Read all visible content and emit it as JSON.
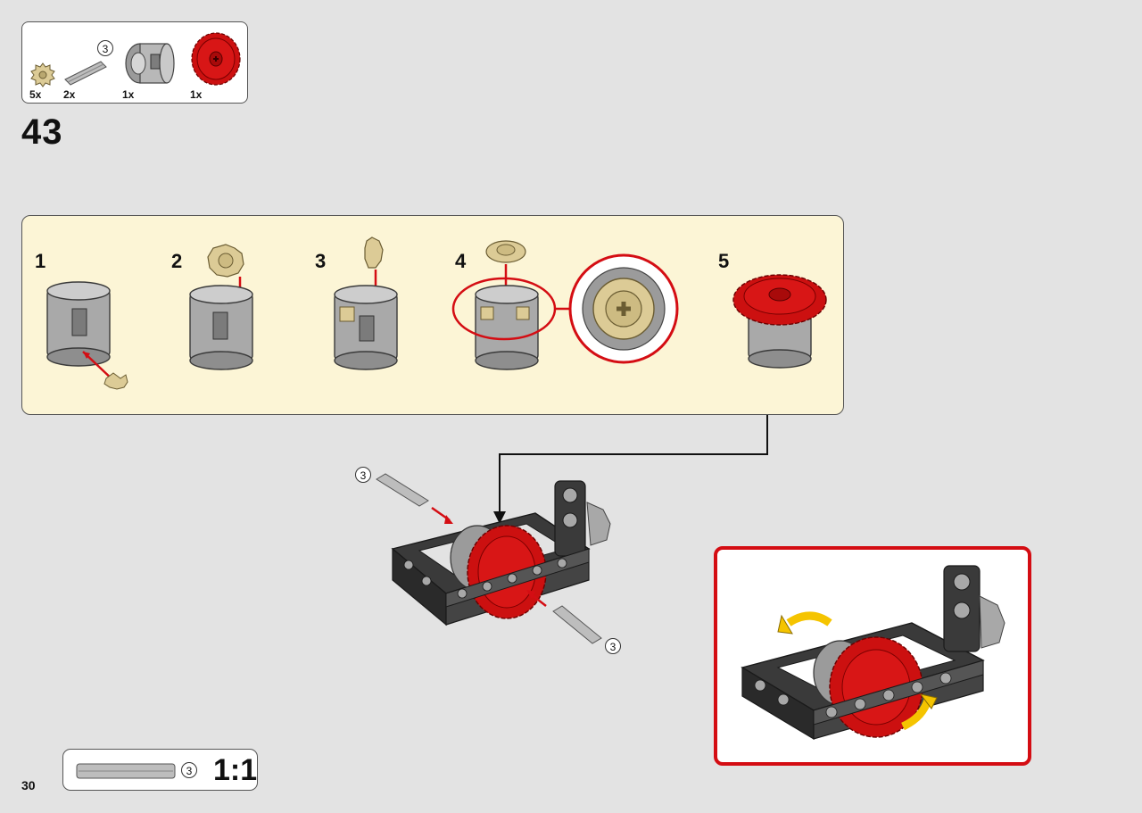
{
  "parts_list": {
    "items": [
      {
        "name": "tan-bevel-gear-12",
        "qty": "5x"
      },
      {
        "name": "axle-3",
        "qty": "2x",
        "length": "3"
      },
      {
        "name": "differential-housing",
        "qty": "1x"
      },
      {
        "name": "red-gear-28",
        "qty": "1x"
      }
    ]
  },
  "step": {
    "number": "43"
  },
  "subassembly": {
    "steps": [
      {
        "label": "1"
      },
      {
        "label": "2"
      },
      {
        "label": "3"
      },
      {
        "label": "4"
      },
      {
        "label": "5"
      }
    ]
  },
  "main_assembly": {
    "axle_left_length": "3",
    "axle_right_length": "3"
  },
  "scale_guide": {
    "axle_length": "3",
    "ratio": "1:1"
  },
  "page": {
    "number": "30"
  },
  "colors": {
    "background": "#e3e3e3",
    "panel": "#fcf5d6",
    "accent_red": "#d40d13",
    "gear_red": "#cc1010",
    "tan": "#dccb96",
    "dark_gray": "#3a3a3a",
    "light_gray": "#a8a8a8",
    "arrow_yellow": "#f5c400"
  }
}
